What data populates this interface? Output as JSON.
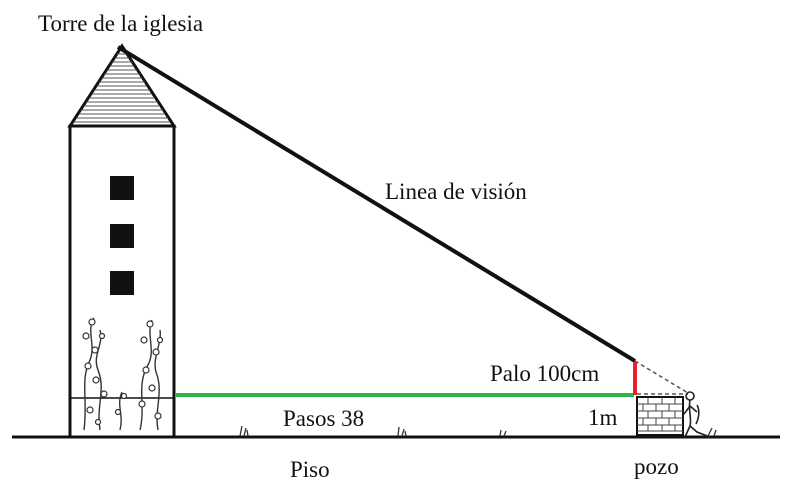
{
  "labels": {
    "tower": "Torre de la iglesia",
    "sight_line": "Linea de visión",
    "stick": "Palo 100cm",
    "steps": "Pasos 38",
    "well_height": "1m",
    "floor": "Piso",
    "well": "pozo"
  },
  "colors": {
    "ink": "#111111",
    "stick": "#e8202a",
    "distance": "#2db34a",
    "sight": "#111111"
  }
}
